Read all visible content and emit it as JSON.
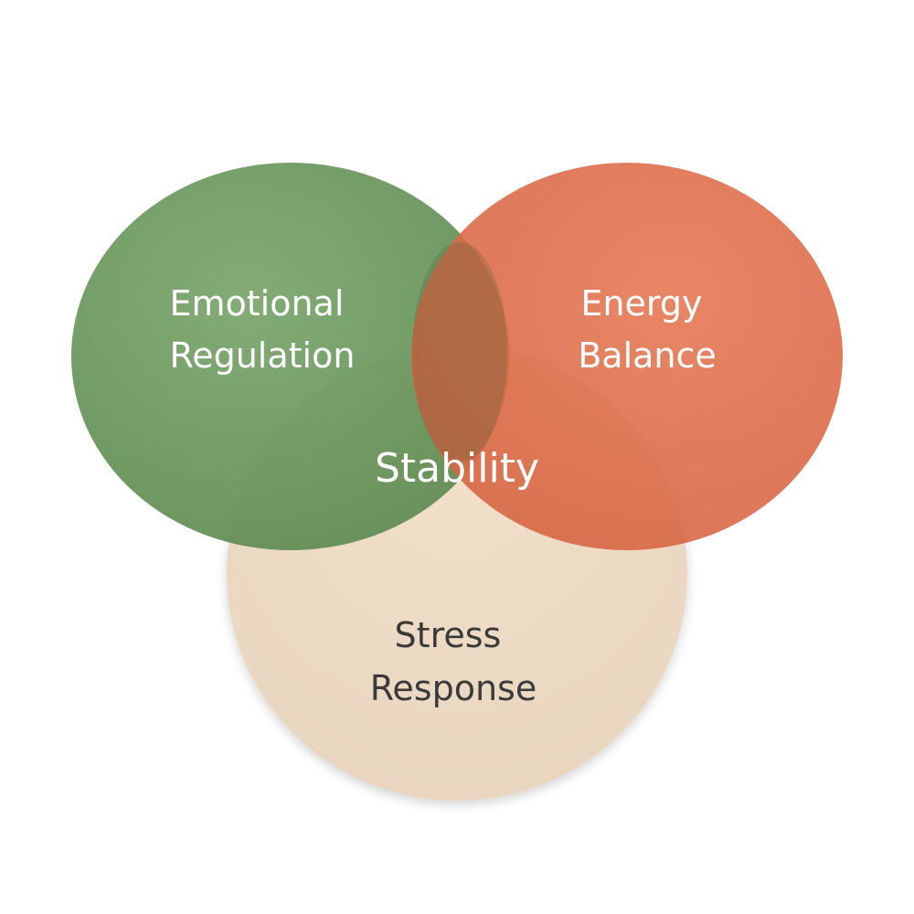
{
  "diagram": {
    "type": "venn",
    "sets": [
      {
        "id": "emotional",
        "lines": [
          "Emotional",
          "Regulation"
        ],
        "color": "#6f9a62",
        "text_color": "#ffffff"
      },
      {
        "id": "energy",
        "lines": [
          "Energy",
          "Balance"
        ],
        "color": "#e0704e",
        "text_color": "#ffffff"
      },
      {
        "id": "stress",
        "lines": [
          "Stress",
          "Response"
        ],
        "color": "#efdcc6",
        "text_color": "#3a3a3a"
      }
    ],
    "center_label": "Stability",
    "center_text_color": "#ffffff",
    "background": "#ffffff"
  }
}
